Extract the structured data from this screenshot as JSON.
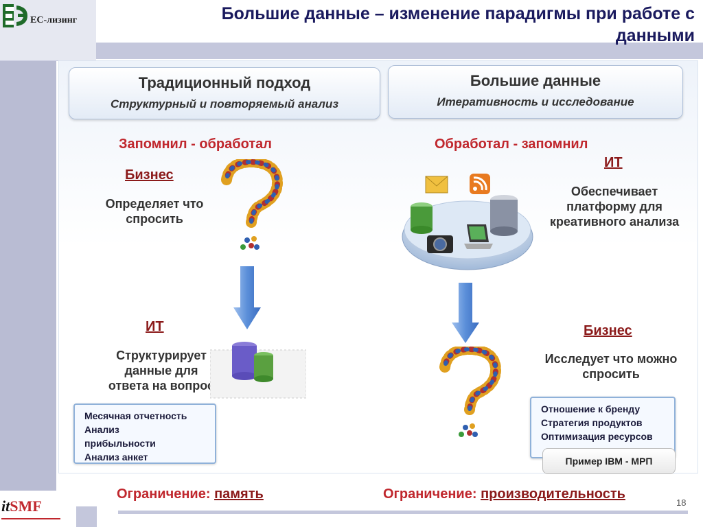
{
  "slide": {
    "title_line1": "Большие данные – изменение парадигмы при работе с",
    "title_line2": "данными",
    "page_number": "18"
  },
  "logo": {
    "text": "ЕС-лизинг"
  },
  "footer_logo": {
    "it": "it",
    "smf": "SMF"
  },
  "traditional": {
    "title": "Традиционный подход",
    "subtitle": "Структурный и повторяемый анализ",
    "heading": "Запомнил -  обработал",
    "business_label": "Бизнес",
    "business_line1": "Определяет что",
    "business_line2": "спросить",
    "it_label": "ИТ",
    "it_line1": "Структурирует",
    "it_line2": "данные для",
    "it_line3": "ответа на вопрос",
    "examples": [
      "Месячная отчетность",
      "Анализ",
      "прибыльности",
      "Анализ анкет"
    ],
    "limit_prefix": "Ограничение: ",
    "limit_value": "память"
  },
  "bigdata": {
    "title": "Большие данные",
    "subtitle": "Итеративность и исследование",
    "heading": "Обработал - запомнил",
    "it_label": "ИТ",
    "it_line1": "Обеспечивает",
    "it_line2": "платформу для",
    "it_line3": "креативного анализа",
    "business_label": "Бизнес",
    "business_line1": "Исследует что можно",
    "business_line2": "спросить",
    "examples": [
      "Отношение к бренду",
      "Стратегия продуктов",
      "Оптимизация ресурсов"
    ],
    "example_button": "Пример IBM - МРП",
    "limit_prefix": "Ограничение: ",
    "limit_value": "производительность"
  },
  "colors": {
    "title": "#1a1a5e",
    "heading_red": "#c0272d",
    "label_dark_red": "#8b1a1a",
    "arrow_blue": "#5b8fd9",
    "frame": "#c4c7dc"
  }
}
